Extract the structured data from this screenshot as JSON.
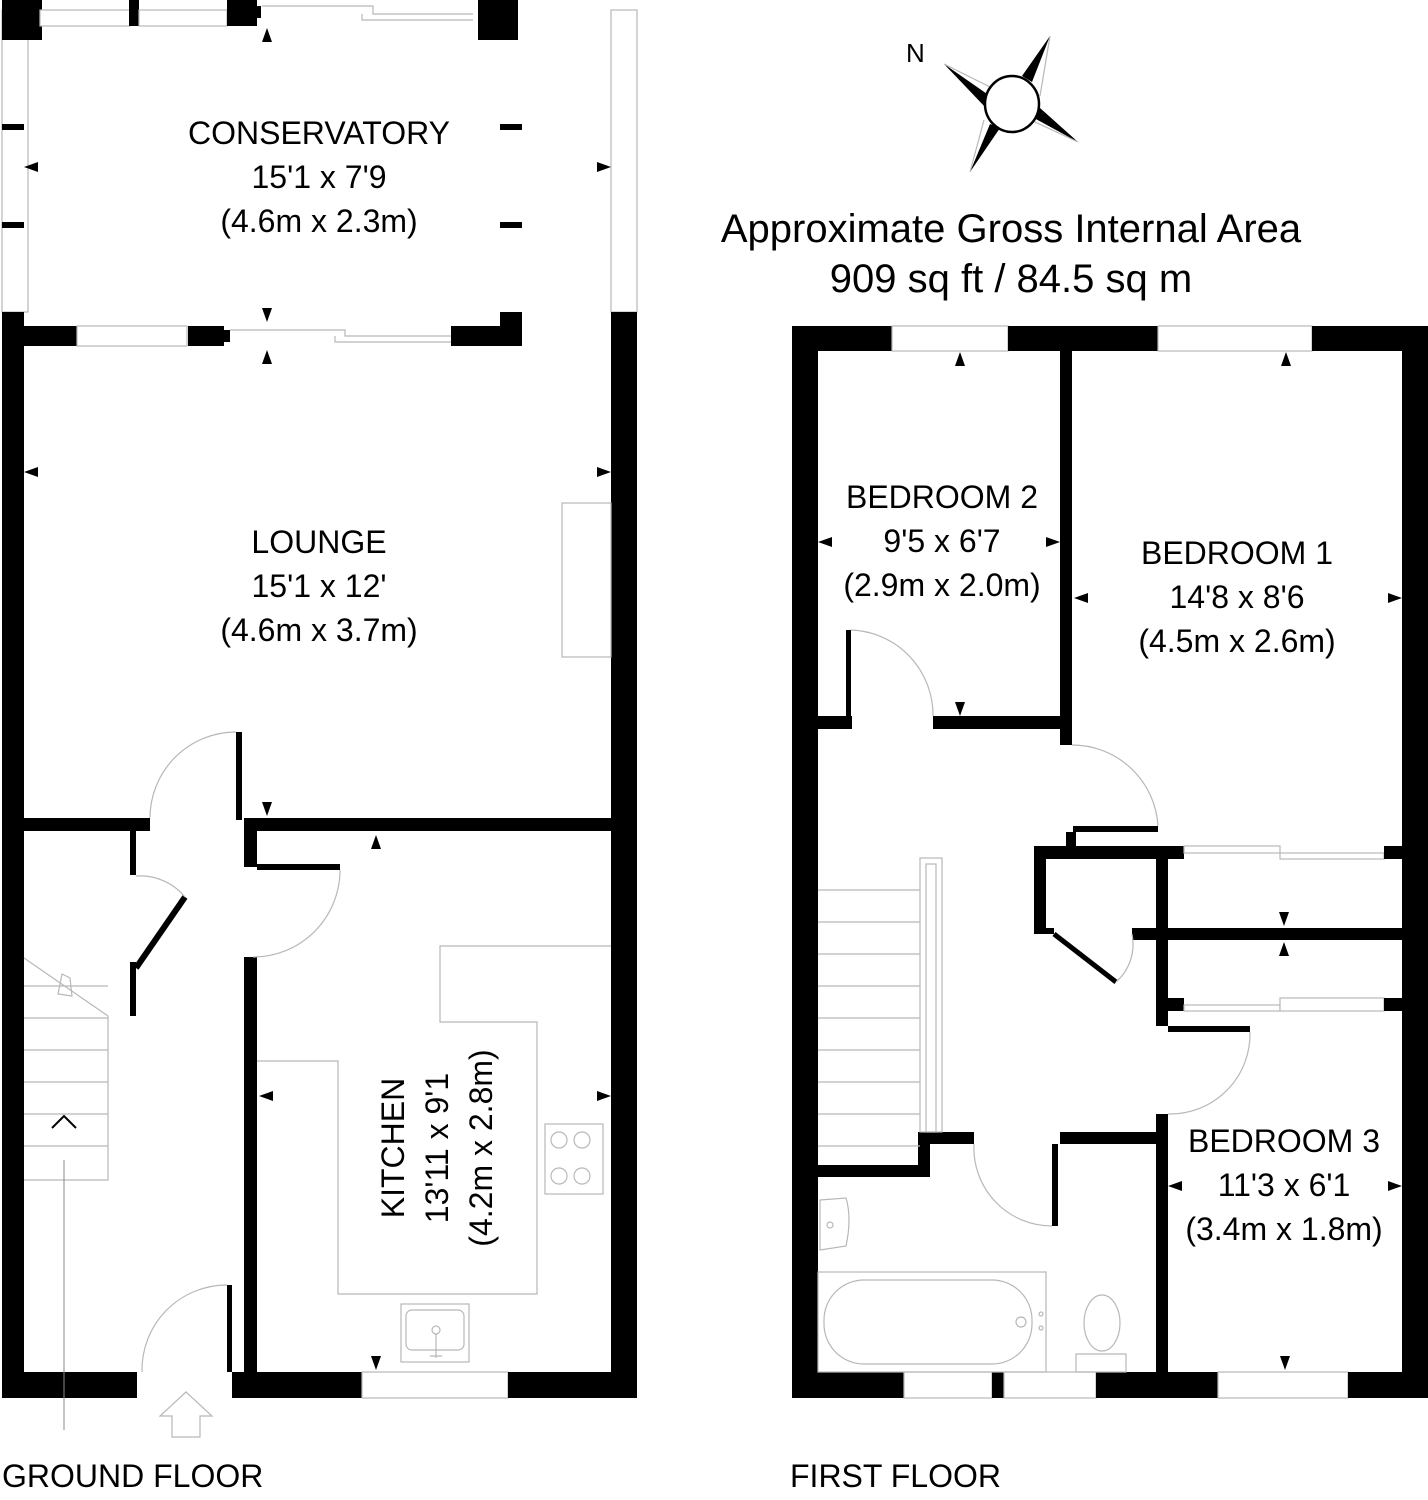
{
  "compass": {
    "north_label": "N"
  },
  "area": {
    "title": "Approximate Gross Internal Area",
    "value": "909 sq ft / 84.5 sq m"
  },
  "ground_floor": {
    "label": "GROUND FLOOR",
    "rooms": {
      "conservatory": {
        "name": "CONSERVATORY",
        "imperial": "15'1 x 7'9",
        "metric": "(4.6m x 2.3m)"
      },
      "lounge": {
        "name": "LOUNGE",
        "imperial": "15'1 x 12'",
        "metric": "(4.6m x 3.7m)"
      },
      "kitchen": {
        "name": "KITCHEN",
        "imperial": "13'11 x 9'1",
        "metric": "(4.2m x 2.8m)"
      }
    }
  },
  "first_floor": {
    "label": "FIRST FLOOR",
    "rooms": {
      "bedroom2": {
        "name": "BEDROOM 2",
        "imperial": "9'5 x 6'7",
        "metric": "(2.9m x 2.0m)"
      },
      "bedroom1": {
        "name": "BEDROOM 1",
        "imperial": "14'8 x 8'6",
        "metric": "(4.5m x 2.6m)"
      },
      "bedroom3": {
        "name": "BEDROOM 3",
        "imperial": "11'3 x 6'1",
        "metric": "(3.4m x 1.8m)"
      }
    }
  },
  "colors": {
    "wall": "#000000",
    "fixture_line": "#b8b8b8",
    "background": "#ffffff"
  }
}
